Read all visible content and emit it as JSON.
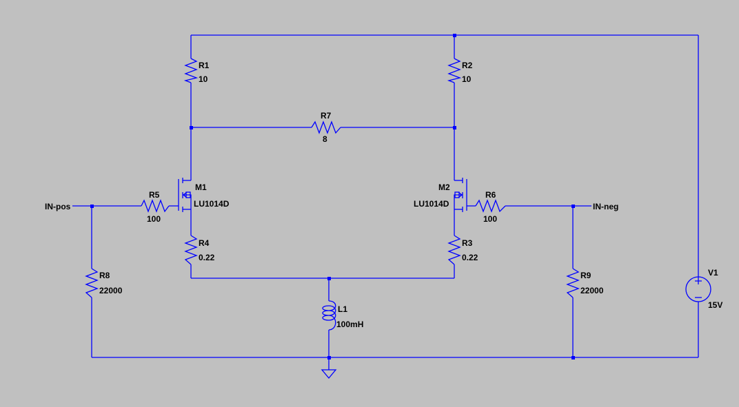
{
  "schematic": {
    "components": {
      "r1": {
        "ref": "R1",
        "value": "10"
      },
      "r2": {
        "ref": "R2",
        "value": "10"
      },
      "r3": {
        "ref": "R3",
        "value": "0.22"
      },
      "r4": {
        "ref": "R4",
        "value": "0.22"
      },
      "r5": {
        "ref": "R5",
        "value": "100"
      },
      "r6": {
        "ref": "R6",
        "value": "100"
      },
      "r7": {
        "ref": "R7",
        "value": "8"
      },
      "r8": {
        "ref": "R8",
        "value": "22000"
      },
      "r9": {
        "ref": "R9",
        "value": "22000"
      },
      "m1": {
        "ref": "M1",
        "model": "LU1014D"
      },
      "m2": {
        "ref": "M2",
        "model": "LU1014D"
      },
      "l1": {
        "ref": "L1",
        "value": "100mH"
      },
      "v1": {
        "ref": "V1",
        "value": "15V"
      }
    },
    "ports": {
      "in_pos": "IN-pos",
      "in_neg": "IN-neg"
    },
    "colors": {
      "background": "#c0c0c0",
      "wire": "#0000ff",
      "text": "#000000"
    }
  }
}
